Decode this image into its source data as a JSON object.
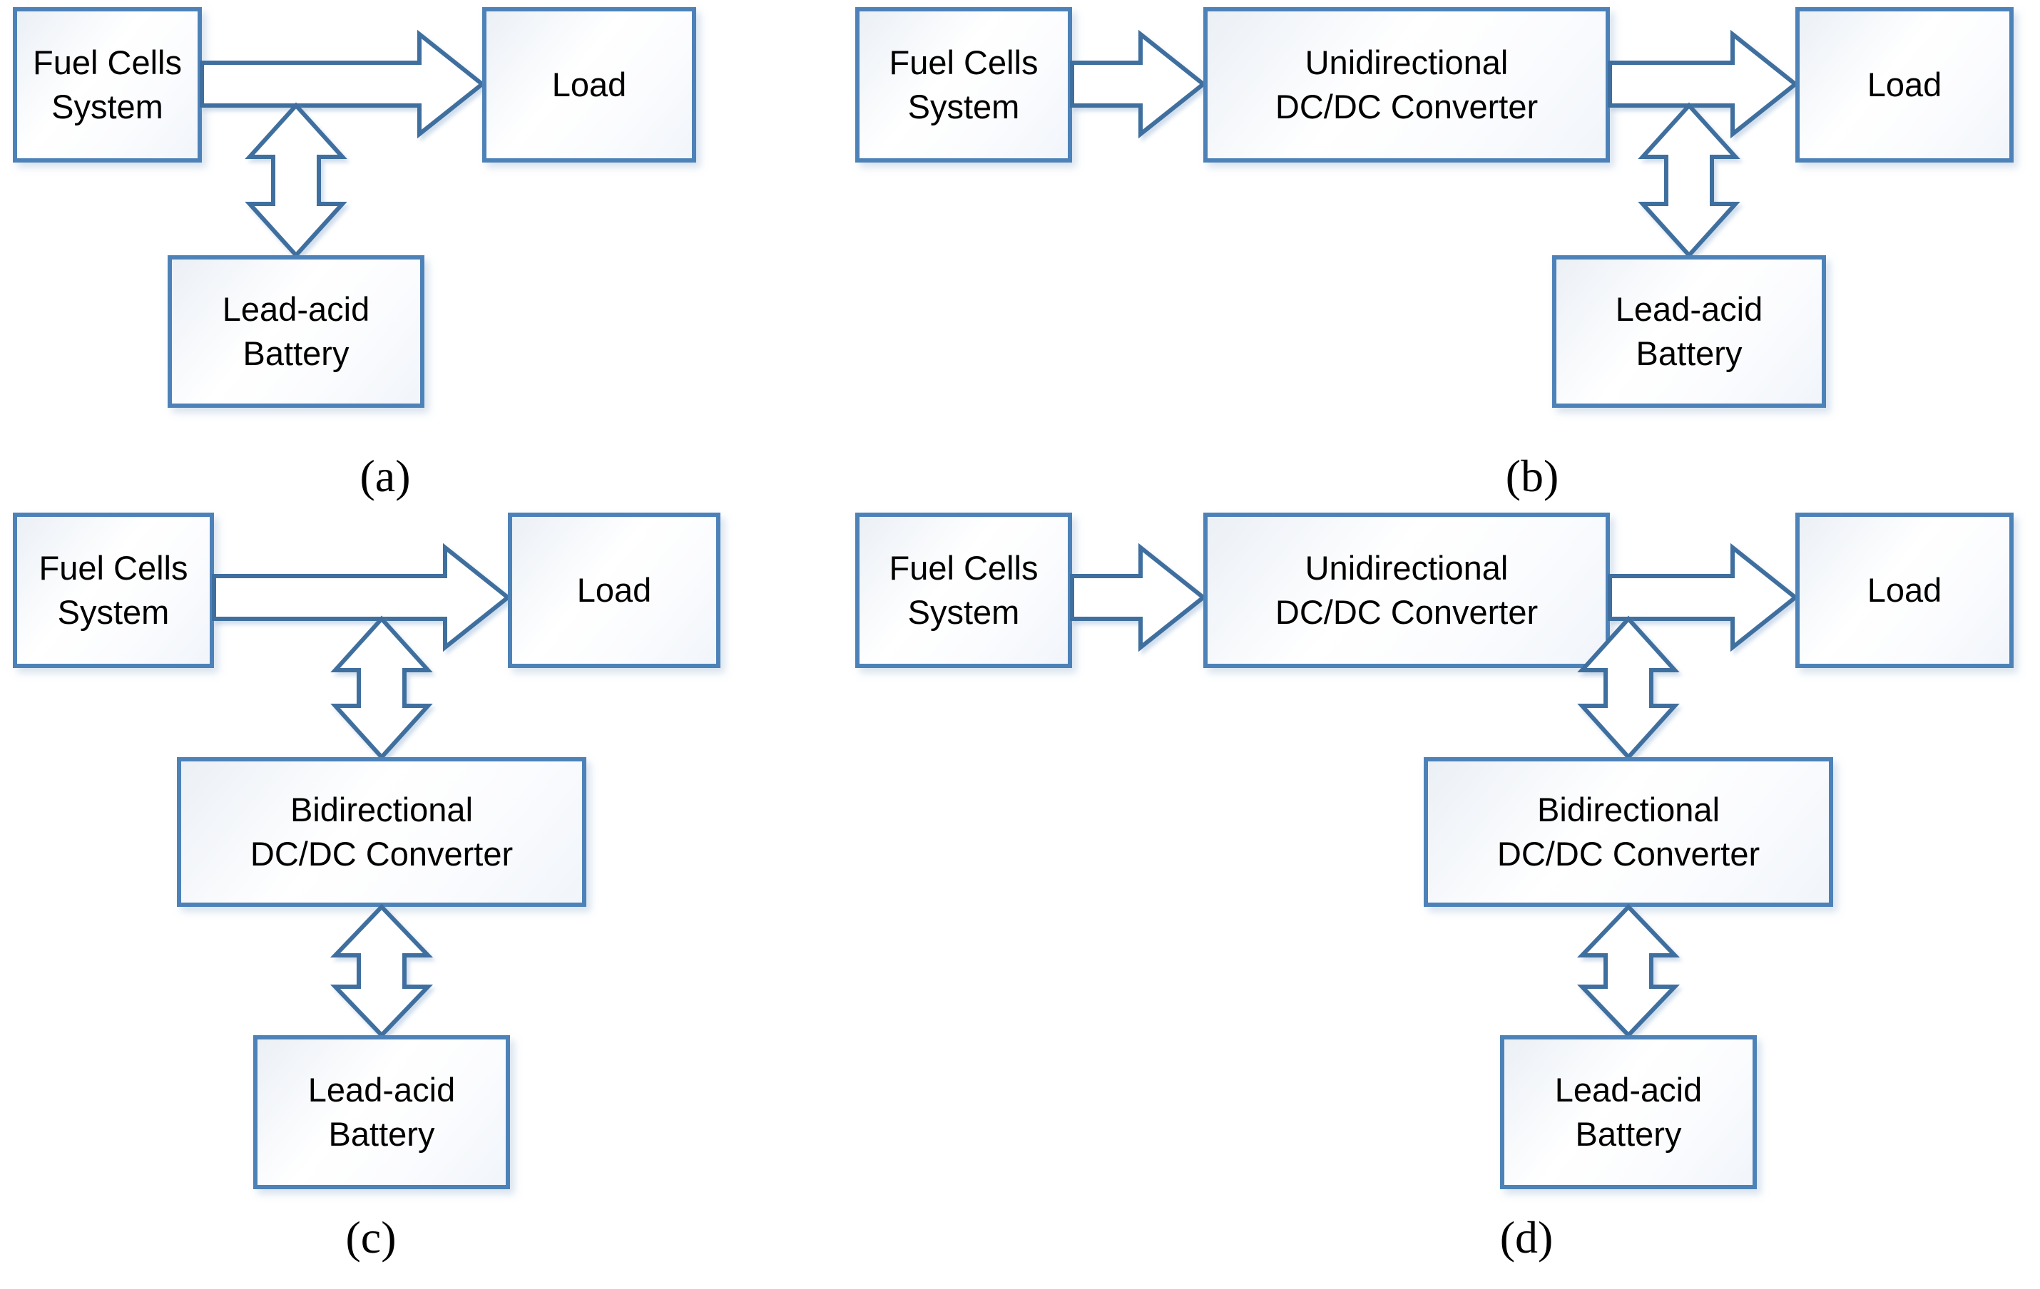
{
  "colors": {
    "box_border": "#4d82b8",
    "arrow_outline": "#3f6f9e",
    "label_text": "#000000",
    "page_background": "#ffffff"
  },
  "diagrams": {
    "a": {
      "caption": "(a)",
      "fuel_cells": [
        "Fuel Cells",
        "System"
      ],
      "load": [
        "Load"
      ],
      "battery": [
        "Lead-acid",
        "Battery"
      ],
      "connections": [
        {
          "from": "Fuel Cells System",
          "to": "Load",
          "direction": "unidirectional"
        },
        {
          "from": "DC bus",
          "to": "Lead-acid Battery",
          "direction": "bidirectional"
        }
      ]
    },
    "b": {
      "caption": "(b)",
      "fuel_cells": [
        "Fuel Cells",
        "System"
      ],
      "converter": [
        "Unidirectional",
        "DC/DC Converter"
      ],
      "load": [
        "Load"
      ],
      "battery": [
        "Lead-acid",
        "Battery"
      ],
      "connections": [
        {
          "from": "Fuel Cells System",
          "to": "Unidirectional DC/DC Converter",
          "direction": "unidirectional"
        },
        {
          "from": "Unidirectional DC/DC Converter",
          "to": "Load",
          "direction": "unidirectional"
        },
        {
          "from": "DC bus",
          "to": "Lead-acid Battery",
          "direction": "bidirectional"
        }
      ]
    },
    "c": {
      "caption": "(c)",
      "fuel_cells": [
        "Fuel Cells",
        "System"
      ],
      "load": [
        "Load"
      ],
      "converter": [
        "Bidirectional",
        "DC/DC Converter"
      ],
      "battery": [
        "Lead-acid",
        "Battery"
      ],
      "connections": [
        {
          "from": "Fuel Cells System",
          "to": "Load",
          "direction": "unidirectional"
        },
        {
          "from": "DC bus",
          "to": "Bidirectional DC/DC Converter",
          "direction": "bidirectional"
        },
        {
          "from": "Bidirectional DC/DC Converter",
          "to": "Lead-acid Battery",
          "direction": "bidirectional"
        }
      ]
    },
    "d": {
      "caption": "(d)",
      "fuel_cells": [
        "Fuel Cells",
        "System"
      ],
      "converter_1": [
        "Unidirectional",
        "DC/DC Converter"
      ],
      "load": [
        "Load"
      ],
      "converter_2": [
        "Bidirectional",
        "DC/DC Converter"
      ],
      "battery": [
        "Lead-acid",
        "Battery"
      ],
      "connections": [
        {
          "from": "Fuel Cells System",
          "to": "Unidirectional DC/DC Converter",
          "direction": "unidirectional"
        },
        {
          "from": "Unidirectional DC/DC Converter",
          "to": "Load",
          "direction": "unidirectional"
        },
        {
          "from": "DC bus",
          "to": "Bidirectional DC/DC Converter",
          "direction": "bidirectional"
        },
        {
          "from": "Bidirectional DC/DC Converter",
          "to": "Lead-acid Battery",
          "direction": "bidirectional"
        }
      ]
    }
  }
}
